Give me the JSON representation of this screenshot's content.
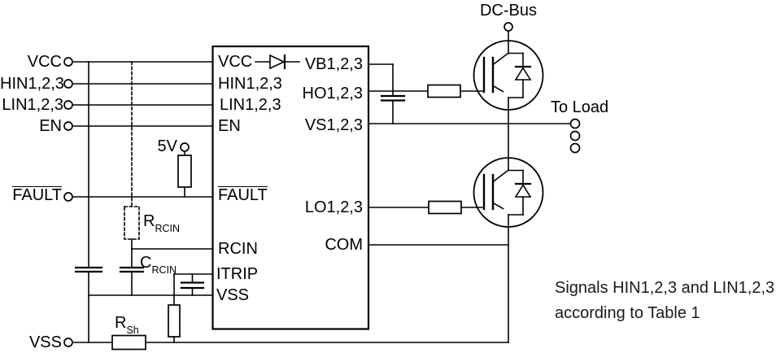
{
  "colors": {
    "line": "#000000",
    "text": "#000000",
    "background": "#ffffff"
  },
  "terminals": {
    "vcc": "VCC",
    "hin": "HIN1,2,3",
    "lin": "LIN1,2,3",
    "en": "EN",
    "fault": "FAULT",
    "vss": "VSS",
    "supply_5v": "5V",
    "dc_bus": "DC-Bus",
    "to_load": "To Load"
  },
  "ic": {
    "left_pins": [
      "VCC",
      "HIN1,2,3",
      "LIN1,2,3",
      "EN",
      "FAULT",
      "RCIN",
      "ITRIP",
      "VSS"
    ],
    "right_pins": [
      "VB1,2,3",
      "HO1,2,3",
      "VS1,2,3",
      "LO1,2,3",
      "COM"
    ]
  },
  "components": {
    "r_rcin": {
      "base": "R",
      "sub": "RCIN"
    },
    "c_rcin": {
      "base": "C",
      "sub": "RCIN"
    },
    "r_sh": {
      "base": "R",
      "sub": "Sh"
    }
  },
  "note": {
    "line1": "Signals HIN1,2,3 and LIN1,2,3",
    "line2": "according to Table 1"
  }
}
